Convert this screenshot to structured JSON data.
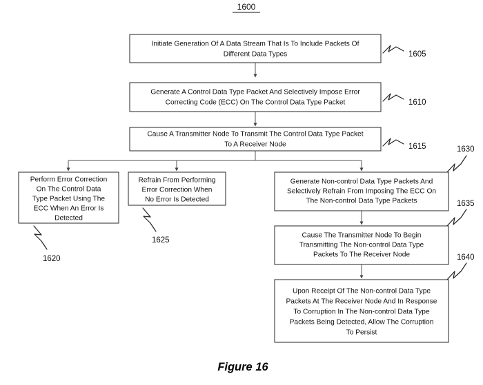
{
  "figure": {
    "id_label": "1600",
    "caption": "Figure 16"
  },
  "nodes": [
    {
      "ref": "1605",
      "lines": [
        "Initiate Generation Of A Data Stream That Is To Include Packets Of",
        "Different Data Types"
      ]
    },
    {
      "ref": "1610",
      "lines": [
        "Generate A Control Data Type Packet And Selectively Impose Error",
        "Correcting Code (ECC) On The Control Data Type Packet"
      ]
    },
    {
      "ref": "1615",
      "lines": [
        "Cause A Transmitter Node To Transmit The Control Data Type Packet",
        "To A Receiver Node"
      ]
    },
    {
      "ref": "1620",
      "lines": [
        "Perform Error Correction",
        "On The Control Data",
        "Type Packet Using The",
        "ECC When An Error Is",
        "Detected"
      ]
    },
    {
      "ref": "1625",
      "lines": [
        "Refrain From Performing",
        "Error Correction When",
        "No Error Is Detected"
      ]
    },
    {
      "ref": "1630",
      "lines": [
        "Generate Non-control Data Type Packets And",
        "Selectively Refrain From Imposing The ECC On",
        "The Non-control Data Type Packets"
      ]
    },
    {
      "ref": "1635",
      "lines": [
        "Cause The Transmitter Node To Begin",
        "Transmitting The Non-control Data Type",
        "Packets To The Receiver Node"
      ]
    },
    {
      "ref": "1640",
      "lines": [
        "Upon Receipt Of The Non-control Data Type",
        "Packets At The Receiver Node And In Response",
        "To Corruption In The Non-control Data Type",
        "Packets Being Detected, Allow The Corruption",
        "To Persist"
      ]
    }
  ],
  "colors": {
    "background": "#ffffff",
    "box_stroke": "#3a3a3a",
    "connector": "#555555",
    "text": "#111111"
  }
}
